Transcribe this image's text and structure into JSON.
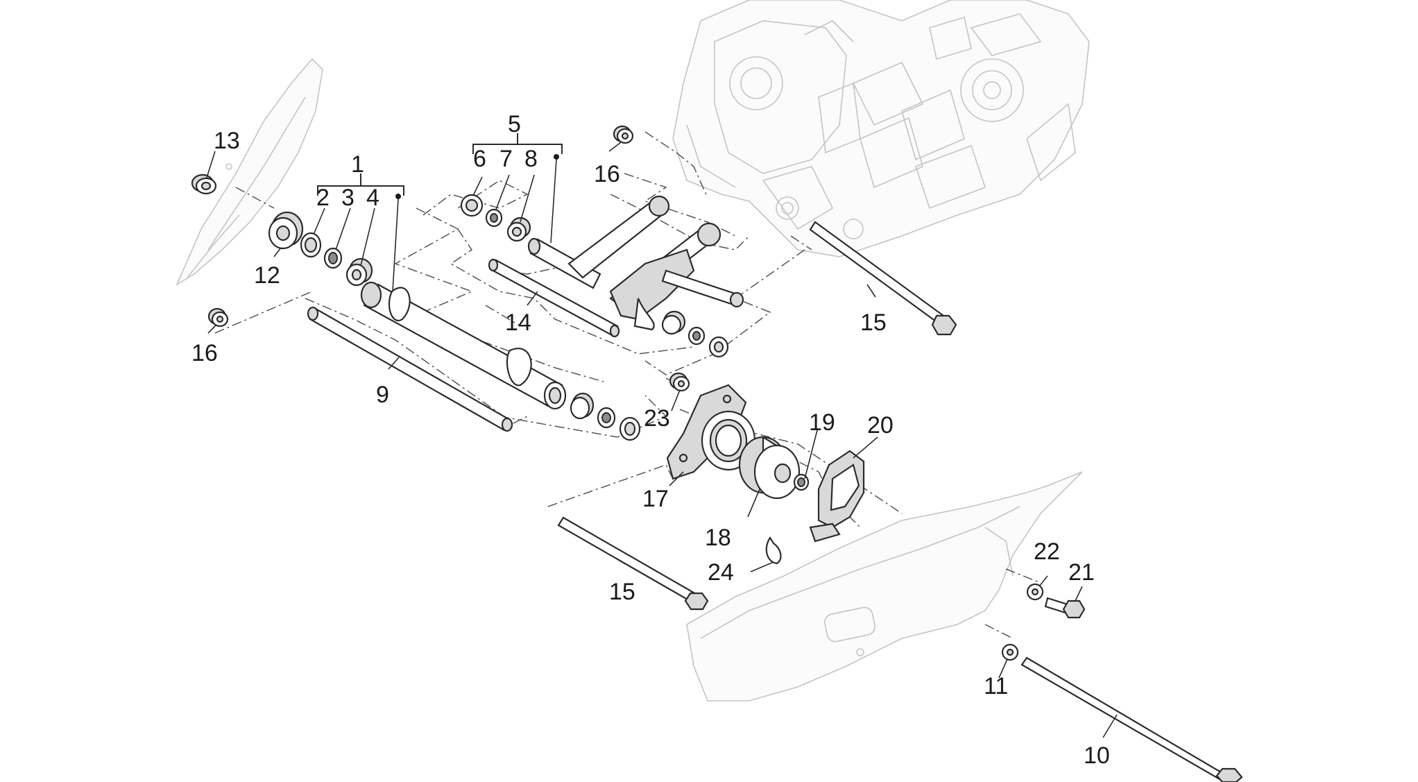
{
  "diagram": {
    "labels": {
      "l1": "1",
      "l2": "2",
      "l3": "3",
      "l4": "4",
      "l5": "5",
      "l6": "6",
      "l7": "7",
      "l8": "8",
      "l9": "9",
      "l10": "10",
      "l11": "11",
      "l12": "12",
      "l13": "13",
      "l14": "14",
      "l15a": "15",
      "l15b": "15",
      "l16a": "16",
      "l16b": "16",
      "l17": "17",
      "l18": "18",
      "l19": "19",
      "l20": "20",
      "l21": "21",
      "l22": "22",
      "l23": "23",
      "l24": "24"
    }
  }
}
